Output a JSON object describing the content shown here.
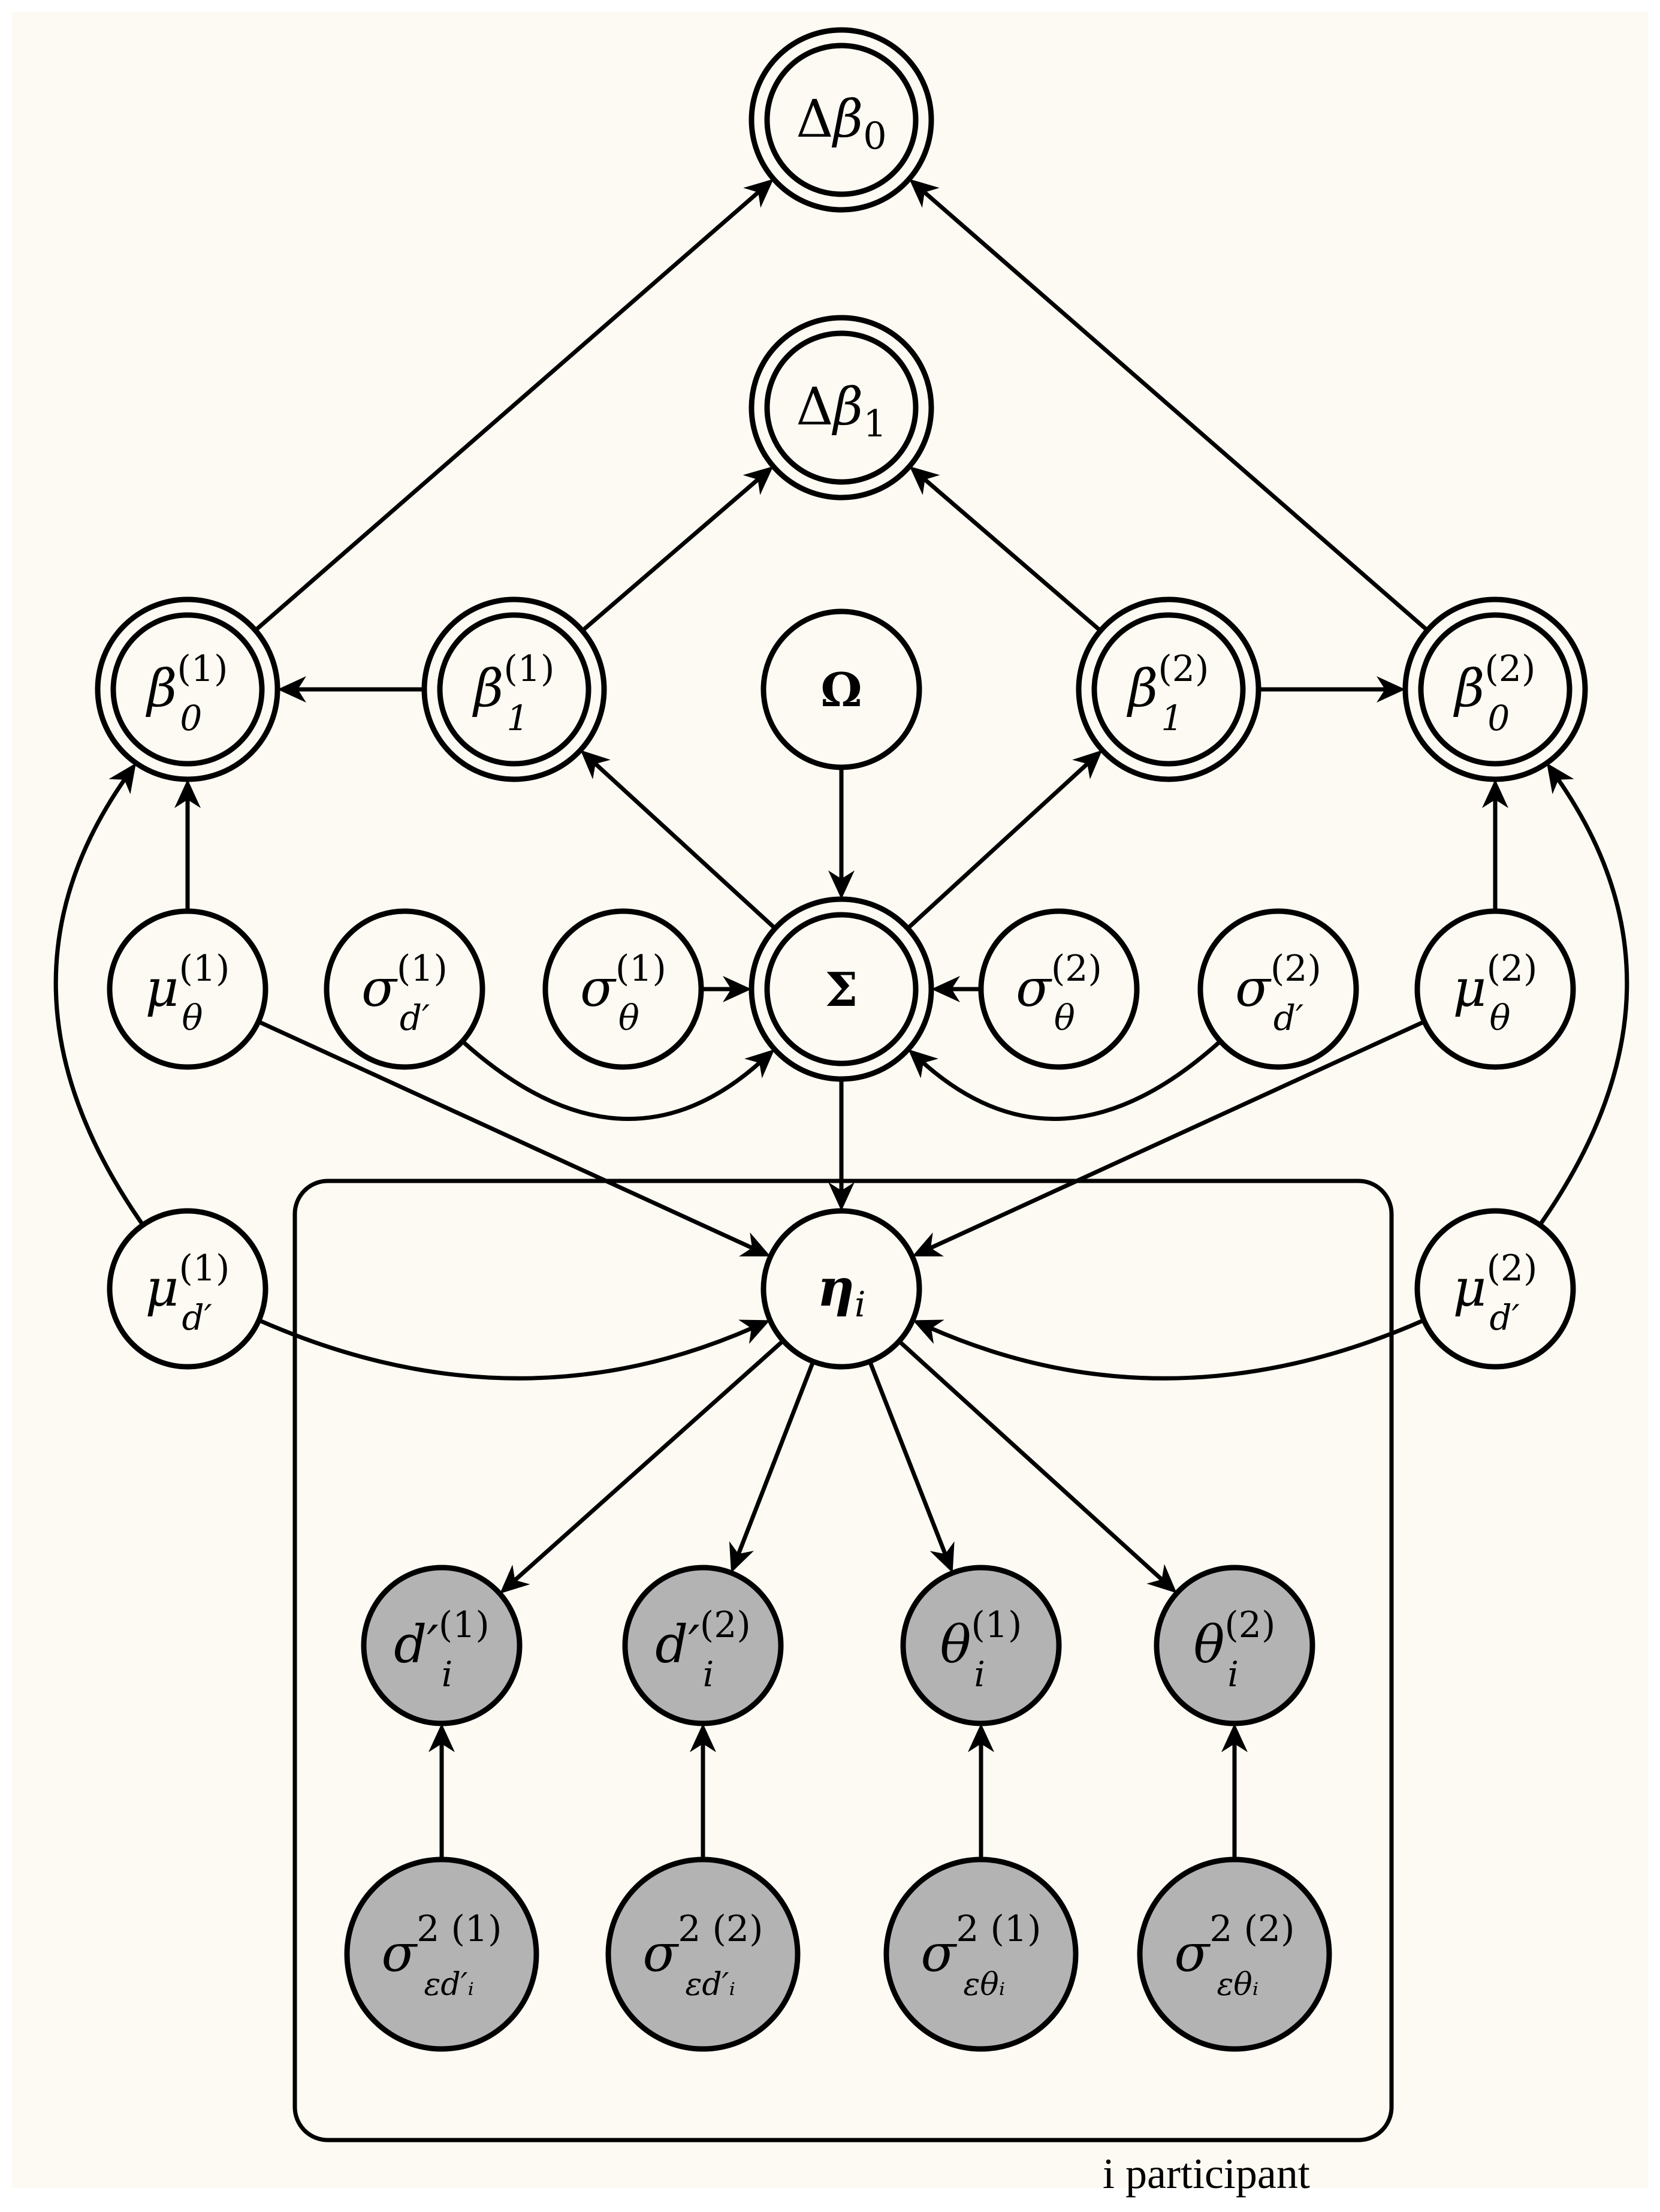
{
  "diagram": {
    "title": "Hierarchical Bayesian graphical model",
    "colors": {
      "background": "#fcfaf2",
      "stroke": "#000000",
      "observed_fill": "#b3b3b3",
      "latent_fill": "#fcfaf2"
    },
    "plate": {
      "label": "i participant"
    },
    "nodes": [
      {
        "id": "delta_beta0",
        "label": "Δβ₀",
        "base": "Δβ",
        "sub": "0",
        "sup": "",
        "type": "deterministic"
      },
      {
        "id": "delta_beta1",
        "label": "Δβ₁",
        "base": "Δβ",
        "sub": "1",
        "sup": "",
        "type": "deterministic"
      },
      {
        "id": "beta0_1",
        "label": "β₀⁽¹⁾",
        "base": "β",
        "sub": "0",
        "sup": "(1)",
        "type": "deterministic"
      },
      {
        "id": "beta1_1",
        "label": "β₁⁽¹⁾",
        "base": "β",
        "sub": "1",
        "sup": "(1)",
        "type": "deterministic"
      },
      {
        "id": "omega",
        "label": "Ω",
        "base": "Ω",
        "sub": "",
        "sup": "",
        "type": "latent"
      },
      {
        "id": "beta1_2",
        "label": "β₁⁽²⁾",
        "base": "β",
        "sub": "1",
        "sup": "(2)",
        "type": "deterministic"
      },
      {
        "id": "beta0_2",
        "label": "β₀⁽²⁾",
        "base": "β",
        "sub": "0",
        "sup": "(2)",
        "type": "deterministic"
      },
      {
        "id": "mu_theta_1",
        "label": "μθ⁽¹⁾",
        "base": "μ",
        "sub": "θ",
        "sup": "(1)",
        "type": "latent"
      },
      {
        "id": "sigma_d_1",
        "label": "σd′⁽¹⁾",
        "base": "σ",
        "sub": "d′",
        "sup": "(1)",
        "type": "latent"
      },
      {
        "id": "sigma_theta_1",
        "label": "σθ⁽¹⁾",
        "base": "σ",
        "sub": "θ",
        "sup": "(1)",
        "type": "latent"
      },
      {
        "id": "Sigma",
        "label": "Σ",
        "base": "Σ",
        "sub": "",
        "sup": "",
        "type": "deterministic"
      },
      {
        "id": "sigma_theta_2",
        "label": "σθ⁽²⁾",
        "base": "σ",
        "sub": "θ",
        "sup": "(2)",
        "type": "latent"
      },
      {
        "id": "sigma_d_2",
        "label": "σd′⁽²⁾",
        "base": "σ",
        "sub": "d′",
        "sup": "(2)",
        "type": "latent"
      },
      {
        "id": "mu_theta_2",
        "label": "μθ⁽²⁾",
        "base": "μ",
        "sub": "θ",
        "sup": "(2)",
        "type": "latent"
      },
      {
        "id": "mu_d_1",
        "label": "μd′⁽¹⁾",
        "base": "μ",
        "sub": "d′",
        "sup": "(1)",
        "type": "latent"
      },
      {
        "id": "eta_i",
        "label": "ηᵢ",
        "base": "η",
        "sub": "i",
        "sup": "",
        "type": "latent"
      },
      {
        "id": "mu_d_2",
        "label": "μd′⁽²⁾",
        "base": "μ",
        "sub": "d′",
        "sup": "(2)",
        "type": "latent"
      },
      {
        "id": "d_i_1",
        "label": "d′ᵢ⁽¹⁾",
        "base": "d′",
        "sub": "i",
        "sup": "(1)",
        "type": "observed"
      },
      {
        "id": "d_i_2",
        "label": "d′ᵢ⁽²⁾",
        "base": "d′",
        "sub": "i",
        "sup": "(2)",
        "type": "observed"
      },
      {
        "id": "theta_i_1",
        "label": "θᵢ⁽¹⁾",
        "base": "θ",
        "sub": "i",
        "sup": "(1)",
        "type": "observed"
      },
      {
        "id": "theta_i_2",
        "label": "θᵢ⁽²⁾",
        "base": "θ",
        "sub": "i",
        "sup": "(2)",
        "type": "observed"
      },
      {
        "id": "sig_eps_d_1",
        "label": "σ²⁽¹⁾ ε d′ᵢ",
        "base": "σ",
        "sub": "εd′ᵢ",
        "sup": "2 (1)",
        "type": "observed"
      },
      {
        "id": "sig_eps_d_2",
        "label": "σ²⁽²⁾ ε d′ᵢ",
        "base": "σ",
        "sub": "εd′ᵢ",
        "sup": "2 (2)",
        "type": "observed"
      },
      {
        "id": "sig_eps_t_1",
        "label": "σ²⁽¹⁾ ε θᵢ",
        "base": "σ",
        "sub": "εθᵢ",
        "sup": "2 (1)",
        "type": "observed"
      },
      {
        "id": "sig_eps_t_2",
        "label": "σ²⁽²⁾ ε θᵢ",
        "base": "σ",
        "sub": "εθᵢ",
        "sup": "2 (2)",
        "type": "observed"
      }
    ],
    "edges": [
      {
        "from": "beta0_1",
        "to": "delta_beta0"
      },
      {
        "from": "beta0_2",
        "to": "delta_beta0"
      },
      {
        "from": "beta1_1",
        "to": "delta_beta1"
      },
      {
        "from": "beta1_2",
        "to": "delta_beta1"
      },
      {
        "from": "beta1_1",
        "to": "beta0_1"
      },
      {
        "from": "beta1_2",
        "to": "beta0_2"
      },
      {
        "from": "Sigma",
        "to": "beta1_1"
      },
      {
        "from": "Sigma",
        "to": "beta1_2"
      },
      {
        "from": "omega",
        "to": "Sigma"
      },
      {
        "from": "mu_theta_1",
        "to": "beta0_1"
      },
      {
        "from": "mu_theta_2",
        "to": "beta0_2"
      },
      {
        "from": "mu_d_1",
        "to": "beta0_1"
      },
      {
        "from": "mu_d_2",
        "to": "beta0_2"
      },
      {
        "from": "sigma_theta_1",
        "to": "Sigma"
      },
      {
        "from": "sigma_theta_2",
        "to": "Sigma"
      },
      {
        "from": "sigma_d_1",
        "to": "Sigma"
      },
      {
        "from": "sigma_d_2",
        "to": "Sigma"
      },
      {
        "from": "Sigma",
        "to": "eta_i"
      },
      {
        "from": "mu_theta_1",
        "to": "eta_i"
      },
      {
        "from": "mu_theta_2",
        "to": "eta_i"
      },
      {
        "from": "mu_d_1",
        "to": "eta_i"
      },
      {
        "from": "mu_d_2",
        "to": "eta_i"
      },
      {
        "from": "eta_i",
        "to": "d_i_1"
      },
      {
        "from": "eta_i",
        "to": "d_i_2"
      },
      {
        "from": "eta_i",
        "to": "theta_i_1"
      },
      {
        "from": "eta_i",
        "to": "theta_i_2"
      },
      {
        "from": "sig_eps_d_1",
        "to": "d_i_1"
      },
      {
        "from": "sig_eps_d_2",
        "to": "d_i_2"
      },
      {
        "from": "sig_eps_t_1",
        "to": "theta_i_1"
      },
      {
        "from": "sig_eps_t_2",
        "to": "theta_i_2"
      }
    ]
  }
}
